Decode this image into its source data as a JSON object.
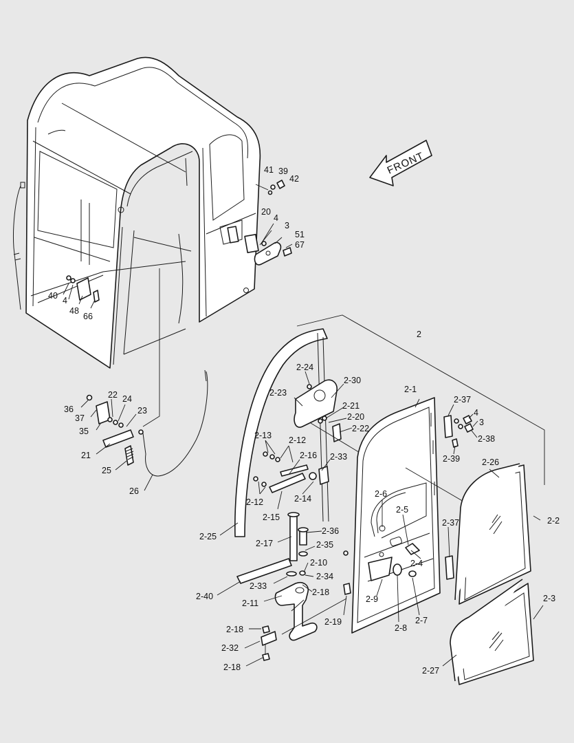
{
  "diagram": {
    "direction_label": "FRONT",
    "callouts": [
      "41",
      "39",
      "42",
      "20",
      "4",
      "3",
      "51",
      "67",
      "40",
      "4",
      "48",
      "66",
      "2",
      "36",
      "37",
      "35",
      "22",
      "24",
      "23",
      "21",
      "25",
      "26",
      "2-24",
      "2-30",
      "2-23",
      "2-21",
      "2-20",
      "2-22",
      "2-13",
      "2-12",
      "2-16",
      "2-33",
      "2-12",
      "2-14",
      "2-15",
      "2-1",
      "2-37",
      "4",
      "3",
      "2-38",
      "2-39",
      "2-26",
      "2-2",
      "2-6",
      "2-5",
      "2-37",
      "2-4",
      "2-36",
      "2-17",
      "2-35",
      "2-10",
      "2-34",
      "2-33",
      "2-18",
      "2-11",
      "2-9",
      "2-8",
      "2-7",
      "2-25",
      "2-40",
      "2-19",
      "2-18",
      "2-32",
      "2-18",
      "2-3",
      "2-27"
    ]
  }
}
